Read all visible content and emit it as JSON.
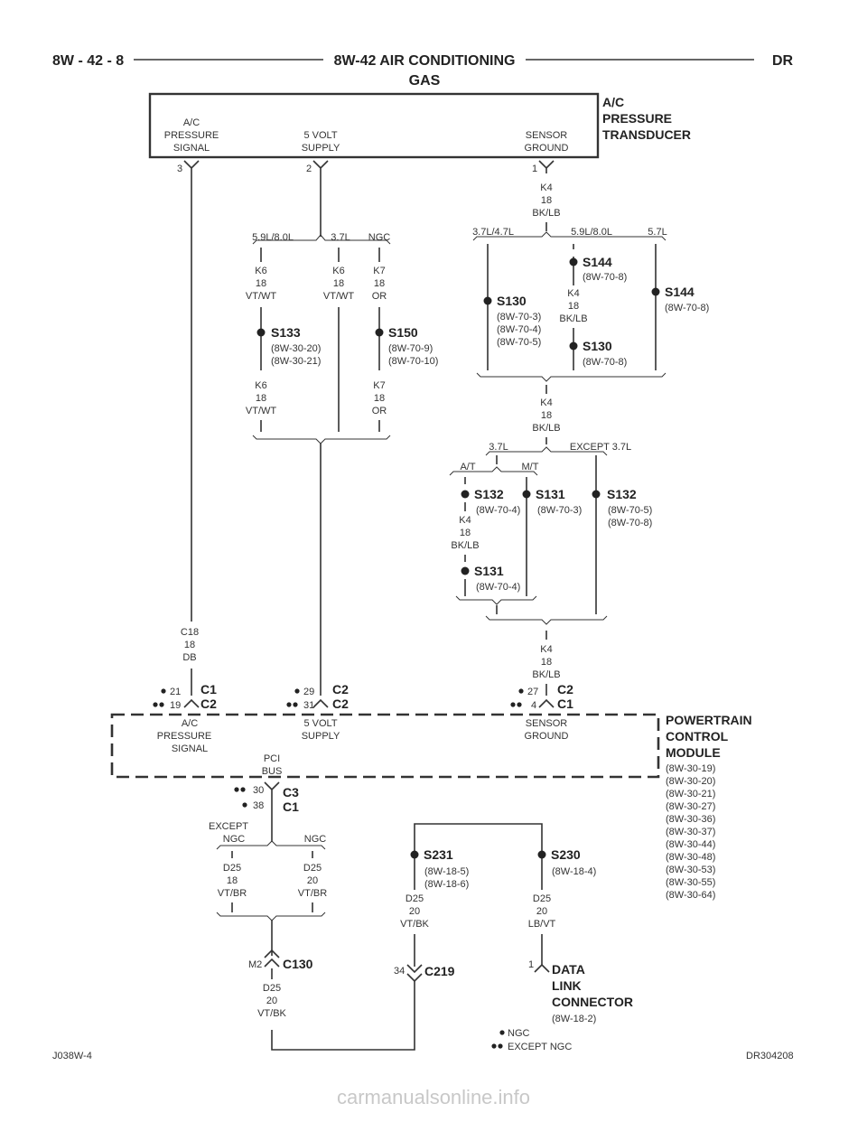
{
  "header": {
    "page_number": "8W - 42 - 8",
    "title_line1": "8W-42 AIR CONDITIONING",
    "title_line2": "GAS",
    "section_code": "DR"
  },
  "transducer": {
    "name_lines": [
      "A/C",
      "PRESSURE",
      "TRANSDUCER"
    ],
    "pin_labels": [
      {
        "lines": [
          "A/C",
          "PRESSURE",
          "SIGNAL"
        ],
        "pin": "3"
      },
      {
        "lines": [
          "5 VOLT",
          "SUPPLY"
        ],
        "pin": "2"
      },
      {
        "lines": [
          "SENSOR",
          "GROUND"
        ],
        "pin": "1"
      }
    ]
  },
  "supply_branch": {
    "splice_labels": [
      "5.9L/8.0L",
      "3.7L",
      "NGC"
    ],
    "wire_a": [
      "K6",
      "18",
      "VT/WT"
    ],
    "wire_b": [
      "K6",
      "18",
      "VT/WT"
    ],
    "wire_c": [
      "K7",
      "18",
      "OR"
    ],
    "s133": {
      "name": "S133",
      "refs": [
        "(8W-30-20)",
        "(8W-30-21)"
      ]
    },
    "s150": {
      "name": "S150",
      "refs": [
        "(8W-70-9)",
        "(8W-70-10)"
      ]
    },
    "wire_a2": [
      "K6",
      "18",
      "VT/WT"
    ],
    "wire_c2": [
      "K7",
      "18",
      "OR"
    ]
  },
  "ground_branch": {
    "top_wire": [
      "K4",
      "18",
      "BK/LB"
    ],
    "splice_labels": [
      "3.7L/4.7L",
      "5.9L/8.0L",
      "5.7L"
    ],
    "s144a": {
      "name": "S144",
      "refs": [
        "(8W-70-8)"
      ]
    },
    "s130a": {
      "name": "S130",
      "refs": [
        "(8W-70-3)",
        "(8W-70-4)",
        "(8W-70-5)"
      ]
    },
    "mid_wire": [
      "K4",
      "18",
      "BK/LB"
    ],
    "s144b": {
      "name": "S144",
      "refs": [
        "(8W-70-8)"
      ]
    },
    "s130b": {
      "name": "S130",
      "refs": [
        "(8W-70-8)"
      ]
    },
    "wire2": [
      "K4",
      "18",
      "BK/LB"
    ],
    "split2": [
      "3.7L",
      "EXCEPT 3.7L"
    ],
    "split3": [
      "A/T",
      "M/T"
    ],
    "s132a": {
      "name": "S132",
      "refs": [
        "(8W-70-4)"
      ]
    },
    "s131a": {
      "name": "S131",
      "refs": [
        "(8W-70-3)"
      ]
    },
    "s132b": {
      "name": "S132",
      "refs": [
        "(8W-70-5)",
        "(8W-70-8)"
      ]
    },
    "wire3": [
      "K4",
      "18",
      "BK/LB"
    ],
    "s131b": {
      "name": "S131",
      "refs": [
        "(8W-70-4)"
      ]
    },
    "wire4": [
      "K4",
      "18",
      "BK/LB"
    ]
  },
  "signal_wire": [
    "C18",
    "18",
    "DB"
  ],
  "pcm_connectors": {
    "signal": {
      "pins": [
        "21",
        "19"
      ],
      "connectors": [
        "C1",
        "C2"
      ]
    },
    "supply": {
      "pins": [
        "29",
        "31"
      ],
      "connectors": [
        "C2",
        "C2"
      ]
    },
    "ground": {
      "pins": [
        "27",
        "4"
      ],
      "connectors": [
        "C2",
        "C1"
      ]
    },
    "bus": {
      "pins": [
        "30",
        "38"
      ],
      "connectors": [
        "C3",
        "C1"
      ]
    }
  },
  "pcm": {
    "name_lines": [
      "POWERTRAIN",
      "CONTROL",
      "MODULE"
    ],
    "refs": [
      "(8W-30-19)",
      "(8W-30-20)",
      "(8W-30-21)",
      "(8W-30-27)",
      "(8W-30-36)",
      "(8W-30-37)",
      "(8W-30-44)",
      "(8W-30-48)",
      "(8W-30-53)",
      "(8W-30-55)",
      "(8W-30-64)"
    ],
    "pin_labels": [
      {
        "lines": [
          "A/C",
          "PRESSURE",
          "SIGNAL"
        ]
      },
      {
        "lines": [
          "5 VOLT",
          "SUPPLY"
        ]
      },
      {
        "lines": [
          "SENSOR",
          "GROUND"
        ]
      },
      {
        "lines": [
          "PCI",
          "BUS"
        ]
      }
    ]
  },
  "bus_branch": {
    "split": [
      "EXCEPT",
      "NGC",
      "NGC"
    ],
    "wire_a": [
      "D25",
      "18",
      "VT/BR"
    ],
    "wire_b": [
      "D25",
      "20",
      "VT/BR"
    ],
    "c130": {
      "pin": "M2",
      "name": "C130"
    },
    "wire_c": [
      "D25",
      "20",
      "VT/BK"
    ],
    "s231": {
      "name": "S231",
      "refs": [
        "(8W-18-5)",
        "(8W-18-6)"
      ]
    },
    "s230": {
      "name": "S230",
      "refs": [
        "(8W-18-4)"
      ]
    },
    "wire_d": [
      "D25",
      "20",
      "VT/BK"
    ],
    "wire_e": [
      "D25",
      "20",
      "LB/VT"
    ],
    "c219": {
      "pin": "34",
      "name": "C219"
    },
    "dlc": {
      "pin": "1",
      "name_lines": [
        "DATA",
        "LINK",
        "CONNECTOR"
      ],
      "ref": "(8W-18-2)"
    }
  },
  "legend": {
    "single_dot": "NGC",
    "double_dot": "EXCEPT NGC"
  },
  "footer": {
    "left": "J038W-4",
    "right": "DR304208",
    "watermark": "carmanualsonline.info"
  }
}
